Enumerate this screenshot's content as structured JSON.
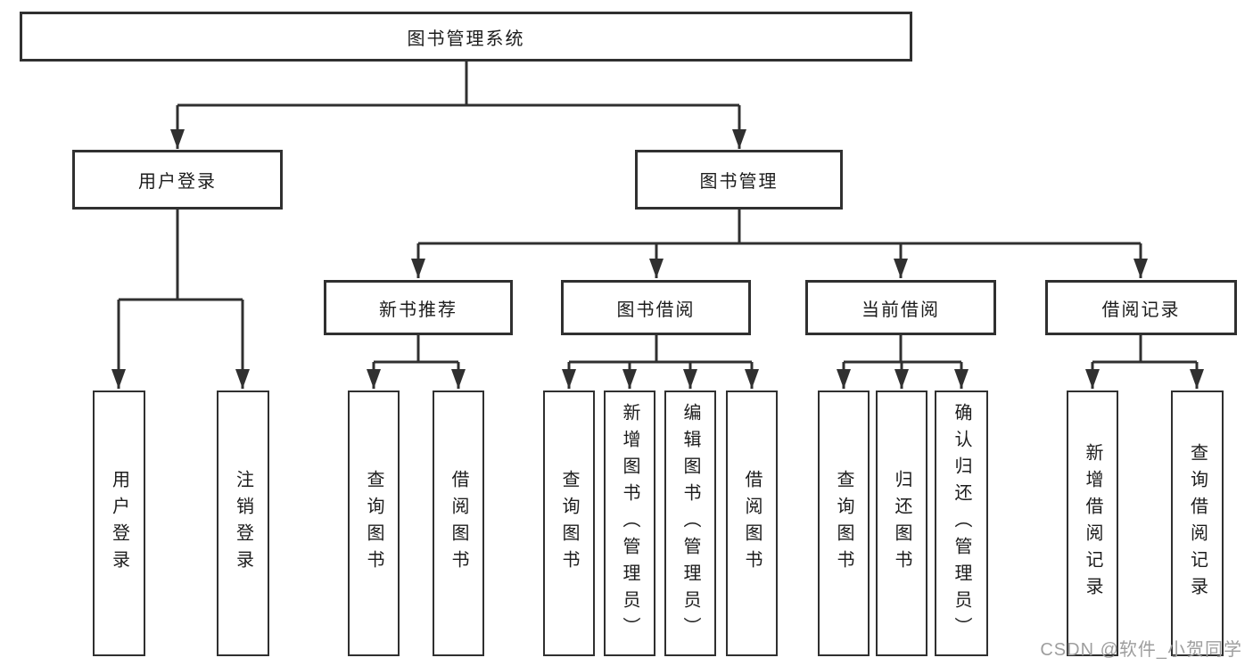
{
  "diagram": {
    "root": {
      "label": "图书管理系统"
    },
    "level1": {
      "user_login": {
        "label": "用户登录"
      },
      "book_management": {
        "label": "图书管理"
      }
    },
    "level2": {
      "new_book_recommend": {
        "label": "新书推荐"
      },
      "book_borrowing": {
        "label": "图书借阅"
      },
      "current_borrowing": {
        "label": "当前借阅"
      },
      "borrowing_records": {
        "label": "借阅记录"
      }
    },
    "leaves": [
      {
        "label": "用户登录"
      },
      {
        "label": "注销登录"
      },
      {
        "label": "查询图书"
      },
      {
        "label": "借阅图书"
      },
      {
        "label": "查询图书"
      },
      {
        "label": "新增图书（管理员）"
      },
      {
        "label": "编辑图书（管理员）"
      },
      {
        "label": "借阅图书"
      },
      {
        "label": "查询图书"
      },
      {
        "label": "归还图书"
      },
      {
        "label": "确认归还（管理员）"
      },
      {
        "label": "新增借阅记录"
      },
      {
        "label": "查询借阅记录"
      }
    ],
    "hierarchy": {
      "图书管理系统": [
        "用户登录",
        "图书管理"
      ],
      "用户登录": [
        "用户登录",
        "注销登录"
      ],
      "图书管理": [
        "新书推荐",
        "图书借阅",
        "当前借阅",
        "借阅记录"
      ],
      "新书推荐": [
        "查询图书",
        "借阅图书"
      ],
      "图书借阅": [
        "查询图书",
        "新增图书（管理员）",
        "编辑图书（管理员）",
        "借阅图书"
      ],
      "当前借阅": [
        "查询图书",
        "归还图书",
        "确认归还（管理员）"
      ],
      "借阅记录": [
        "新增借阅记录",
        "查询借阅记录"
      ]
    }
  },
  "watermark": {
    "text": "CSDN @软件_小贺同学"
  },
  "colors": {
    "line": "#303030",
    "box_border": "#303030",
    "text": "#1c1c1c",
    "watermark": "#9e9e9e",
    "background": "#ffffff"
  }
}
